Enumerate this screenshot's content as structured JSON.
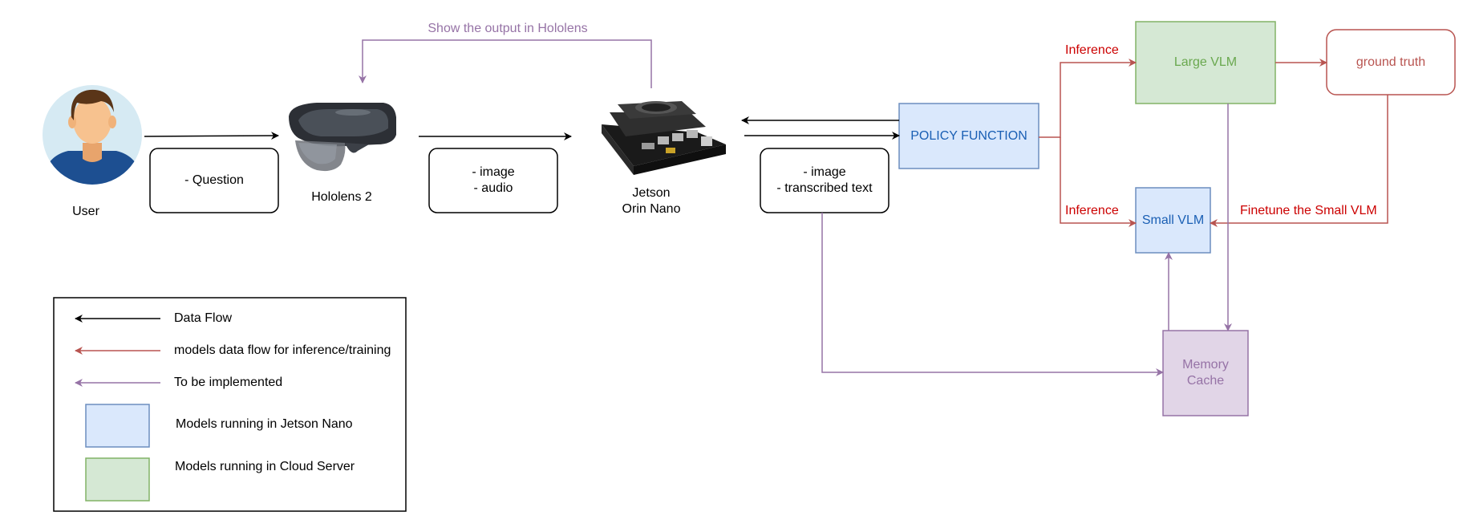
{
  "actors": {
    "user": "User",
    "hololens": "Hololens 2",
    "jetson": "Jetson\nOrin Nano"
  },
  "messages": {
    "question": "- Question",
    "image_audio": "- image\n- audio",
    "image_text": "- image\n- transcribed text",
    "show_output": "Show the output in Hololens"
  },
  "models": {
    "policy": "POLICY FUNCTION",
    "large_vlm": "Large VLM",
    "small_vlm": "Small VLM",
    "ground_truth": "ground truth",
    "memory_cache": "Memory\nCache"
  },
  "edges": {
    "inference_top": "Inference",
    "inference_bottom": "Inference",
    "finetune": "Finetune the Small VLM"
  },
  "legend": {
    "data_flow": "Data Flow",
    "models_flow": "models data flow for inference/training",
    "to_implement": "To be implemented",
    "jetson_models": "Models running in Jetson Nano",
    "cloud_models": "Models running in Cloud Server"
  },
  "colors": {
    "black": "#000000",
    "red": "#b85450",
    "red_text": "#cc0000",
    "purple": "#9673a6",
    "blue_fill": "#dae8fc",
    "blue_stroke": "#6c8ebf",
    "blue_text": "#1a5fb4",
    "green_fill": "#d5e8d4",
    "green_stroke": "#82b366",
    "green_text": "#6aa84f",
    "purple_fill": "#e1d5e7"
  },
  "icons": {
    "user": "user-avatar-icon",
    "hololens": "hololens-headset-icon",
    "jetson": "jetson-board-icon"
  }
}
